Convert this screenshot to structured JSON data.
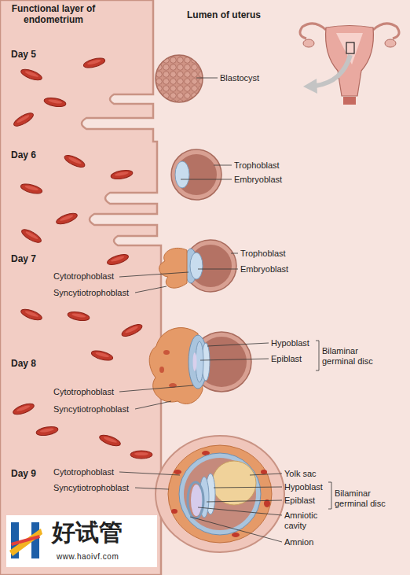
{
  "diagram": {
    "labels": [
      "Functional layer of endometrium",
      "Lumen of uterus",
      "Day 5",
      "Blastocyst",
      "Day 6",
      "Trophoblast",
      "Embryoblast",
      "Day 7",
      "Trophoblast",
      "Embryoblast",
      "Cytotrophoblast",
      "Syncytiotrophoblast",
      "Hypoblast",
      "Epiblast",
      "Bilaminar germinal disc",
      "Day 8",
      "Cytotrophoblast",
      "Syncytiotrophoblast",
      "Day 9",
      "Cytotrophoblast",
      "Syncytiotrophoblast",
      "Yolk sac",
      "Hypoblast",
      "Epiblast",
      "Bilaminar germinal disc",
      "Amniotic cavity",
      "Amnion",
      "好试管",
      "www.haoivf.com"
    ]
  }
}
